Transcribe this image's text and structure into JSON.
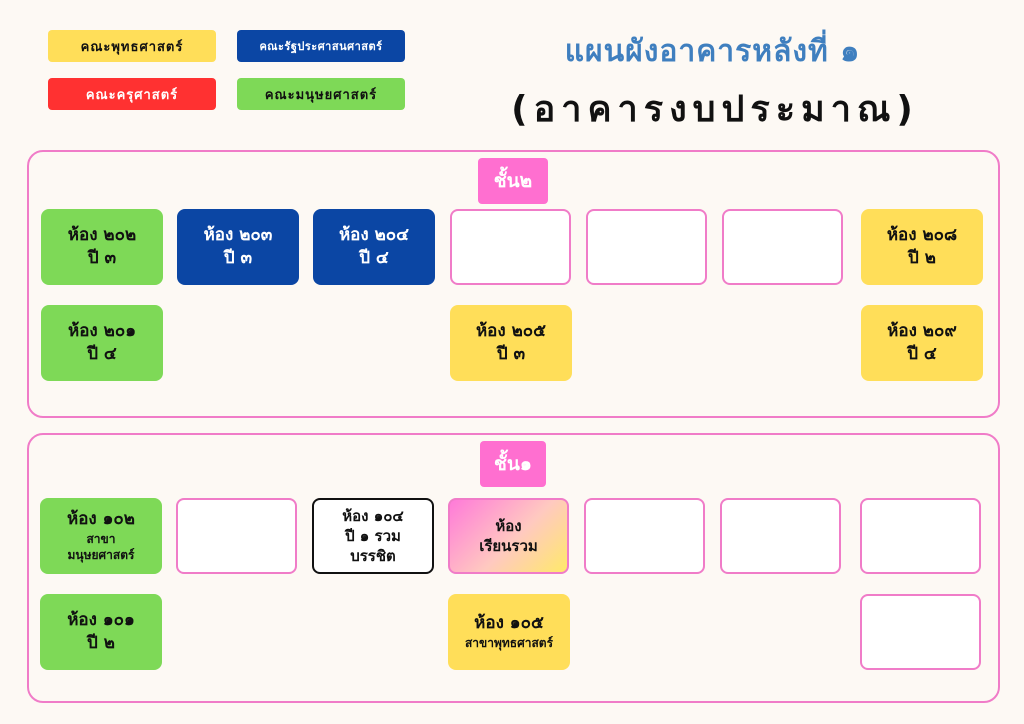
{
  "legend": {
    "buddhist": {
      "label": "คณะพุทธศาสตร์",
      "color": "#ffde59"
    },
    "political": {
      "label": "คณะรัฐประศาสนศาสตร์",
      "color": "#0b46a4"
    },
    "education": {
      "label": "คณะครุศาสตร์",
      "color": "#ff3131"
    },
    "humanities": {
      "label": "คณะมนุษยศาสตร์",
      "color": "#7ed957"
    }
  },
  "title": {
    "line1": "แผนผังอาคารหลังที่ ๑",
    "line2": "(อาคารงบประมาณ)"
  },
  "floor2": {
    "label": "ชั้น๒",
    "rooms": {
      "r202": {
        "line1": "ห้อง ๒๐๒",
        "line2": "ปี ๓"
      },
      "r203": {
        "line1": "ห้อง ๒๐๓",
        "line2": "ปี ๓"
      },
      "r204": {
        "line1": "ห้อง ๒๐๔",
        "line2": "ปี ๔"
      },
      "r208": {
        "line1": "ห้อง ๒๐๘",
        "line2": "ปี ๒"
      },
      "r201": {
        "line1": "ห้อง ๒๐๑",
        "line2": "ปี ๔"
      },
      "r205": {
        "line1": "ห้อง ๒๐๕",
        "line2": "ปี ๓"
      },
      "r209": {
        "line1": "ห้อง ๒๐๙",
        "line2": "ปี ๔"
      }
    }
  },
  "floor1": {
    "label": "ชั้น๑",
    "rooms": {
      "r102": {
        "line1": "ห้อง ๑๐๒",
        "line2": "สาขา",
        "line3": "มนุษยศาสตร์"
      },
      "r104": {
        "line1": "ห้อง ๑๐๔",
        "line2": "ปี ๑ รวม",
        "line3": "บรรชิต"
      },
      "common": {
        "line1": "ห้อง",
        "line2": "เรียนรวม"
      },
      "r101": {
        "line1": "ห้อง ๑๐๑",
        "line2": "ปี ๒"
      },
      "r105": {
        "line1": "ห้อง ๑๐๕",
        "line2": "สาขาพุทธศาสตร์"
      }
    }
  }
}
